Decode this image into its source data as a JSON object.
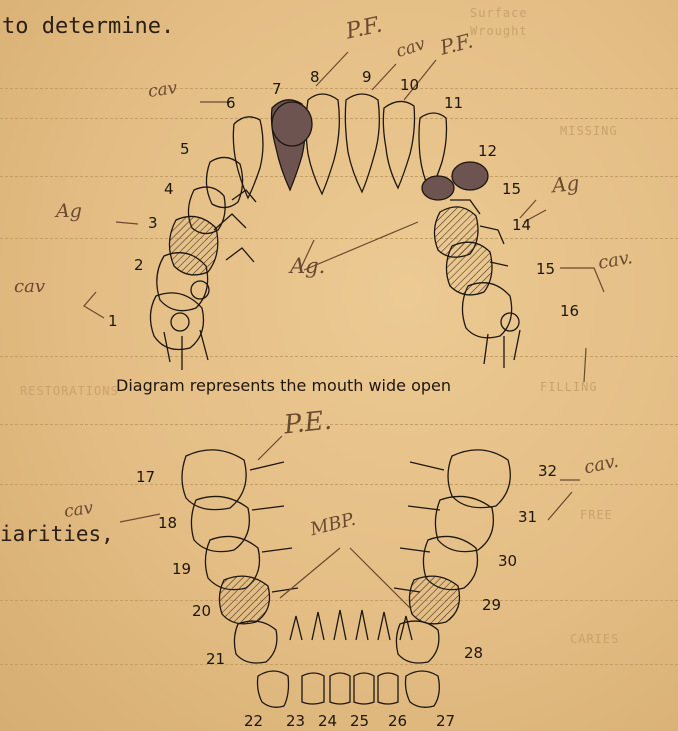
{
  "typed_text": {
    "top_line": "to determine.",
    "side_word": "iarities,"
  },
  "faint_text": [
    "Surface",
    "Wrought",
    "MISSING",
    "FILLING",
    "RESTORATIONS",
    "FREE",
    "CARIES"
  ],
  "caption": "Diagram represents the mouth wide open",
  "upper_numbers": [
    "1",
    "2",
    "3",
    "4",
    "5",
    "6",
    "7",
    "8",
    "9",
    "10",
    "11",
    "12",
    "15",
    "14",
    "15",
    "16"
  ],
  "lower_numbers": [
    "17",
    "18",
    "19",
    "20",
    "21",
    "22",
    "23",
    "24",
    "25",
    "26",
    "27",
    "28",
    "29",
    "30",
    "31",
    "32"
  ],
  "annotations": {
    "pf_upper_left": "P.F.",
    "pf_upper_right": "P.F.",
    "cav_9": "cav",
    "cav_6": "cav",
    "ag_3": "Ag",
    "cav_1": "cav",
    "ag_center": "Ag.",
    "ag_14": "Ag",
    "cav_15": "cav.",
    "pe_lower": "P.E.",
    "mbp_lower": "MBP.",
    "cav_32": "cav.",
    "cav_18": "cav"
  },
  "colors": {
    "paper": "#e8c48b",
    "ink": "#1d1710",
    "pencil": "#6a4a30",
    "shading": "#7a5f55"
  }
}
